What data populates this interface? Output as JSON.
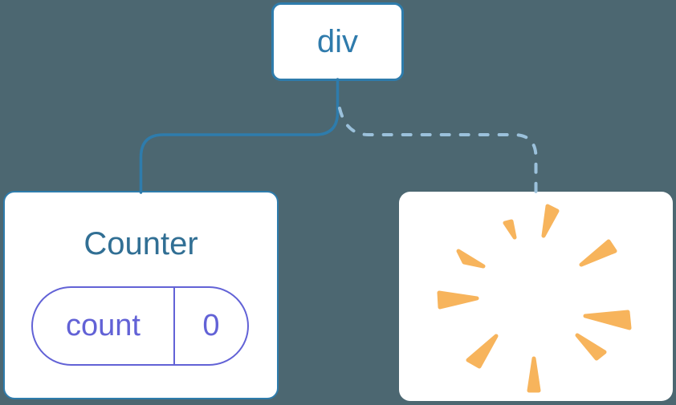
{
  "diagram": {
    "description": "React component tree diagram: div root with Counter child (kept) and a removed child shown as a poof burst",
    "colors": {
      "background": "#4C6771",
      "node_fill": "#FFFFFF",
      "blue": "#2E7CAC",
      "div_text": "#2F7BAC",
      "counter_title": "#316F94",
      "indigo": "#6262D6",
      "dashed_line": "#9BC1DB",
      "burst": "#F7B45C"
    },
    "root_node": {
      "label": "div"
    },
    "counter_node": {
      "title": "Counter",
      "state_pill": {
        "key_label": "count",
        "value": "0"
      }
    },
    "removed_node": {
      "icon": "poof-burst-icon"
    },
    "connectors": {
      "left": "solid",
      "right": "dashed"
    }
  }
}
